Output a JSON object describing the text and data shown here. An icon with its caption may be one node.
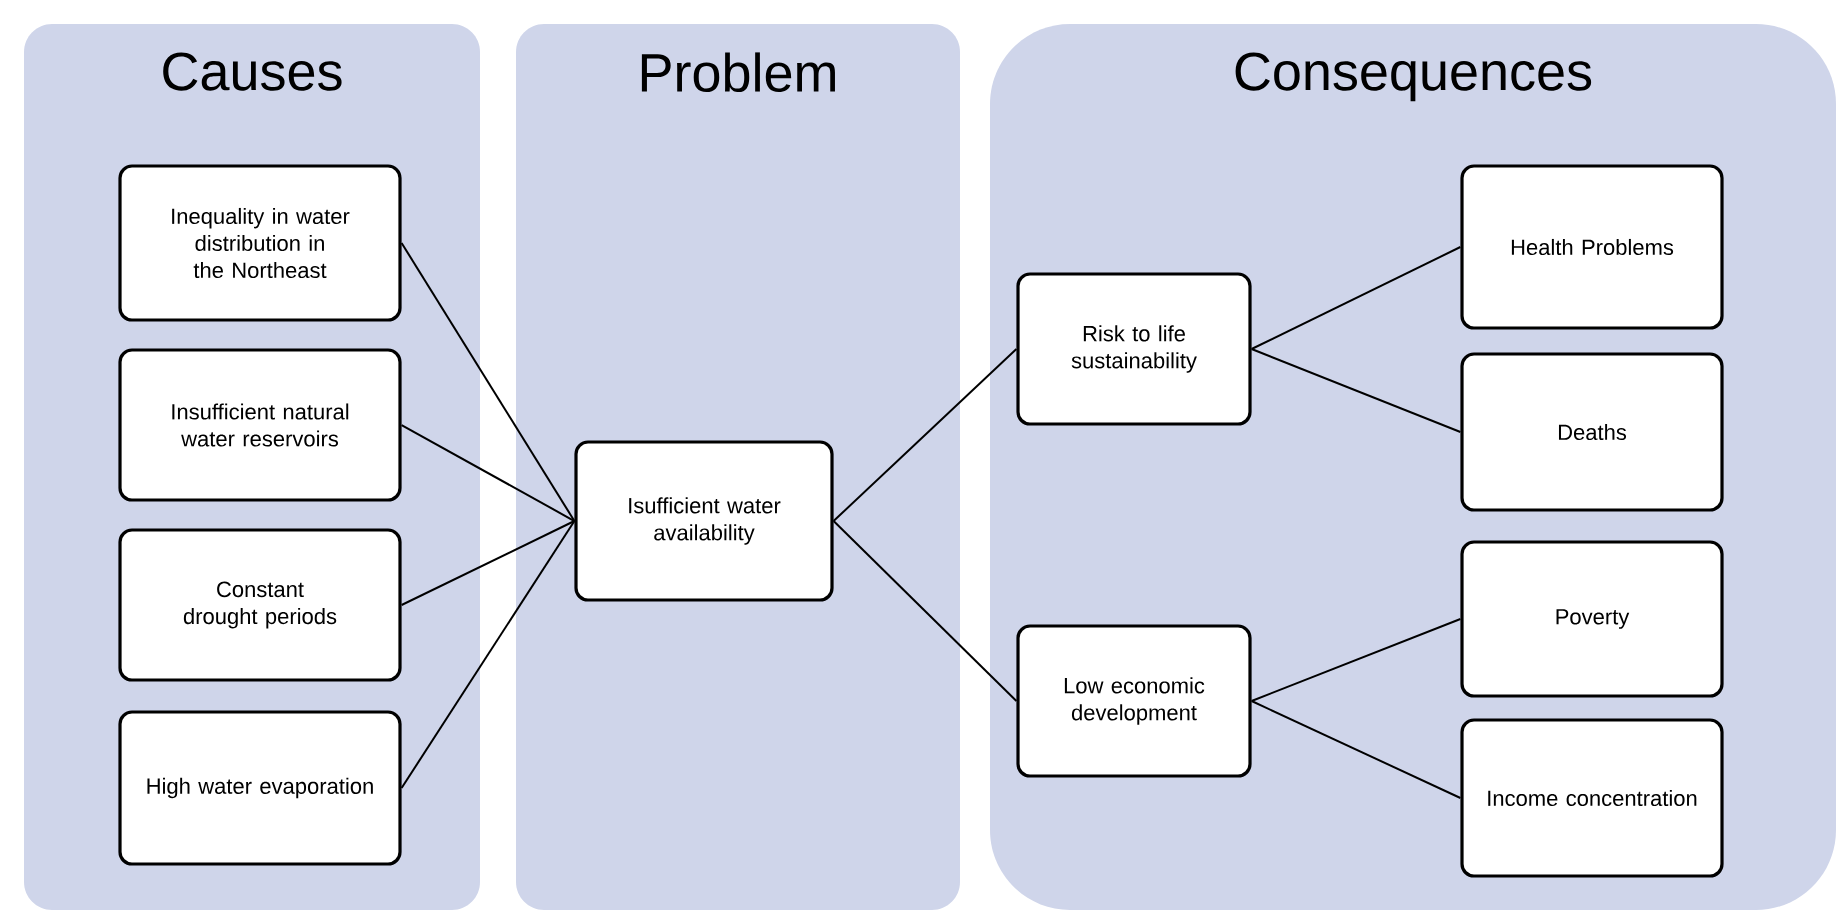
{
  "diagram": {
    "nodes": [
      {
        "text": [
          "Causes"
        ]
      },
      {
        "text": [
          "Problem"
        ]
      },
      {
        "text": [
          "Consequences"
        ]
      },
      {
        "text": [
          "Inequality in water distribution in the Northeast"
        ],
        "in": 0
      },
      {
        "text": [
          "Insufficient natural water reservoirs"
        ],
        "in": 0
      },
      {
        "text": [
          "Constant drought periods"
        ],
        "in": 0
      },
      {
        "text": [
          "High water evaporation"
        ],
        "in": 0
      },
      {
        "text": [
          "Isufficient water availability"
        ],
        "in": 1
      },
      {
        "text": [
          "Risk to life sustainability"
        ],
        "in": 2
      },
      {
        "text": [
          "Low economic development"
        ],
        "in": 2
      },
      {
        "text": [
          "Health Problems"
        ],
        "in": 2
      },
      {
        "text": [
          "Deaths"
        ],
        "in": 2
      },
      {
        "text": [
          "Poverty"
        ],
        "in": 2
      },
      {
        "text": [
          "Income concentration"
        ],
        "in": 2
      }
    ],
    "edges": [
      {
        "from": 3,
        "to": 7,
        "arrow": "none"
      },
      {
        "from": 4,
        "to": 7,
        "arrow": "none"
      },
      {
        "from": 5,
        "to": 7,
        "arrow": "none"
      },
      {
        "from": 6,
        "to": 7,
        "arrow": "none"
      },
      {
        "from": 7,
        "to": 8,
        "arrow": "none"
      },
      {
        "from": 7,
        "to": 9,
        "arrow": "none"
      },
      {
        "from": 8,
        "to": 10,
        "arrow": "none"
      },
      {
        "from": 8,
        "to": 11,
        "arrow": "none"
      },
      {
        "from": 9,
        "to": 12,
        "arrow": "none"
      },
      {
        "from": 9,
        "to": 13,
        "arrow": "none"
      }
    ]
  }
}
